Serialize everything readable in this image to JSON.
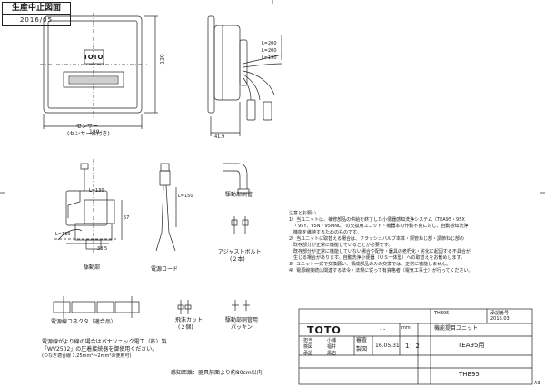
{
  "stamp": {
    "label": "生産中止図面",
    "date": "2016/05"
  },
  "front_view": {
    "width_dim": "120",
    "height_dim": "120",
    "logo": "TOTO",
    "caption": "センサー",
    "caption_sub": "(センサー台付き)"
  },
  "side_view": {
    "depth_dim": "41.9",
    "cable_dim_1": "L=200",
    "cable_dim_2": "L=200",
    "cable_dim_3": "L=190"
  },
  "parts": {
    "drive_unit": {
      "label": "駆動部",
      "dim_1": "L=130",
      "dim_2": "L=130",
      "dim_3": "38.5",
      "dim_4": "57"
    },
    "power_cord": {
      "label": "電源コード",
      "dim": "L=150"
    },
    "drive_pipe": {
      "label": "駆動部銅管"
    },
    "adjust_bolt": {
      "label": "アジャストボルト",
      "qty": "(２本)"
    },
    "connector": {
      "label": "電源線コネクタ（適合品）"
    },
    "plug": {
      "label": "飛沫カット",
      "qty": "(２個)"
    },
    "packing": {
      "label": "駆動部銅管用",
      "label_2": "パッキン"
    }
  },
  "bottom_note": {
    "line1": "電源線がより線の場合はパナソニック電工（株）製",
    "line2": "「WV2502」の圧着接続器を御使用ください。",
    "line3": "(つなぎ適合線 1.25mm²～2mm²の使用可)",
    "line4": "感知距離：器具前面より約80cm以内"
  },
  "notes": {
    "heading": "注意とお願い",
    "lines": [
      "1）当ユニットは、補修部品の供給を終了した小便器感知洗浄システム（TEA95・95X",
      "　・95Y、95N・95MNC）の交換用ユニット・機器本の作動不良に対し、自動感知洗浄",
      "　機能を維持するためのものです。",
      "2）当ユニットに取替える場合は、フラッシュバルブ本体・銅管ねじ部・調節ねじ部の",
      "　既存部分が正常に機能していることが必要です。",
      "　既存部分が正常に機能していない場合や配管・器具の老朽化・劣化に起因する不具合が",
      "　生じる場合があります。自動洗浄小便器（ＵＳ一体型）への取替えをお勧めします。",
      "3）ユニット一式で交換願い、構成部品のみの交換では、正常に機能しません。",
      "4）電源線接続は関連する法令・法規に従って有資格者（電気工事士）が行ってください。"
    ]
  },
  "title_block": {
    "sheet": "A3",
    "drawing_no": "THE95",
    "issue_date": "2016.03",
    "approval_label": "承認番号",
    "title": "機能提目ユニット",
    "product": "TEA95用",
    "part_no": "THE95",
    "scale": "1：2",
    "date": "16.05.31",
    "logo": "TOTO",
    "unit": "mm",
    "checked": "審査",
    "drawn": "製図",
    "row_labels": [
      "担当",
      "検図",
      "承認"
    ],
    "row_values": [
      "小浦",
      "福井",
      "黒岩"
    ],
    "dash_marks": "- -"
  }
}
